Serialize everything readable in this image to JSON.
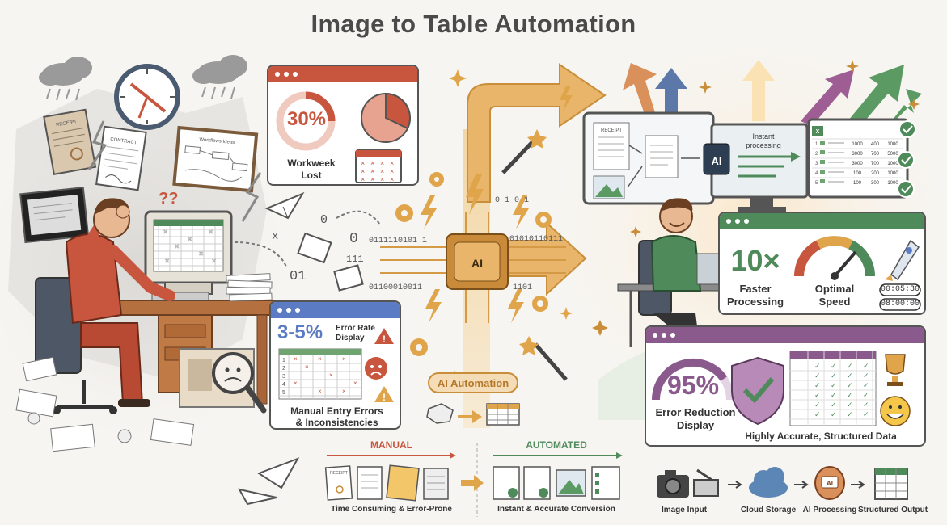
{
  "title": "Image to Table Automation",
  "colors": {
    "manual_red": "#c8553d",
    "ai_gold": "#e0a54a",
    "automated_green": "#4f8a5b",
    "purple": "#8a5a8c",
    "text_dark": "#333333"
  },
  "manual_side": {
    "documents": {
      "receipt": "RECEIPT",
      "contract": "CONTRACT",
      "whiteboard": "Workflows Ideas"
    },
    "question_marks": "??",
    "workweek_card": {
      "percent": "30%",
      "label_line1": "Workweek",
      "label_line2": "Lost"
    },
    "error_card": {
      "percent": "3-5%",
      "label_line1": "Error Rate",
      "label_line2": "Display",
      "caption_line1": "Manual Entry Errors",
      "caption_line2": "& Inconsistencies",
      "row_numbers": [
        "1",
        "2",
        "3",
        "4",
        "5"
      ]
    }
  },
  "center": {
    "binary": [
      "0",
      "x",
      "111",
      "01",
      "0",
      "0111110101 1",
      "01100010011",
      "0 1 0 1",
      "01010110111",
      "1101"
    ],
    "chip_label": "AI",
    "badge": "AI Automation"
  },
  "automated_side": {
    "receipt_label": "RECEIPT",
    "instant_line1": "Instant",
    "instant_line2": "processing",
    "ai_label": "AI",
    "sheet_values": [
      [
        "1000",
        "400",
        "1000"
      ],
      [
        "3000",
        "700",
        "5000"
      ],
      [
        "3000",
        "700",
        "1000"
      ],
      [
        "100",
        "200",
        "1000"
      ],
      [
        "100",
        "300",
        "1000"
      ]
    ],
    "speed_card": {
      "factor": "10×",
      "label_line1": "Faster",
      "label_line2": "Processing",
      "gauge_line1": "Optimal",
      "gauge_line2": "Speed",
      "time1": "00:05:30",
      "time2": "08:00:00"
    },
    "accuracy_card": {
      "percent": "95%",
      "label_line1": "Error Reduction",
      "label_line2": "Display",
      "caption": "Highly Accurate, Structured Data"
    }
  },
  "bottom": {
    "manual_heading": "MANUAL",
    "automated_heading": "AUTOMATED",
    "manual_caption": "Time Consuming & Error-Prone",
    "automated_caption": "Instant & Accurate Conversion",
    "manual_doc_label": "RECEIPT",
    "pipeline": [
      {
        "label": "Image Input",
        "icon": "camera-icon"
      },
      {
        "label": "Cloud Storage",
        "icon": "cloud-icon"
      },
      {
        "label": "AI Processing",
        "icon": "brain-icon"
      },
      {
        "label": "Structured Output",
        "icon": "table-icon"
      }
    ],
    "brain_label": "AI"
  }
}
